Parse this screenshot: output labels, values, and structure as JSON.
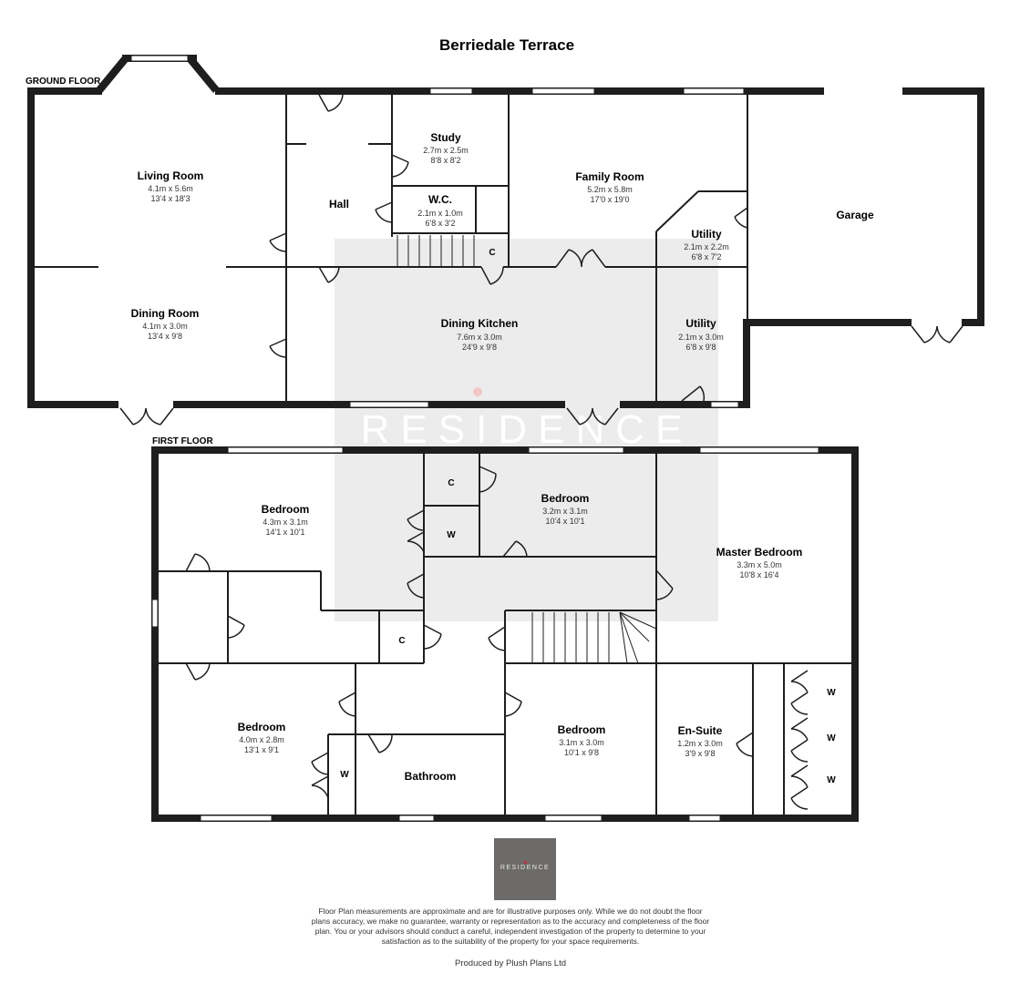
{
  "title": "Berriedale Terrace",
  "floors": {
    "ground": "GROUND FLOOR",
    "first": "FIRST FLOOR"
  },
  "ground_rooms": {
    "living": {
      "name": "Living Room",
      "metric": "4.1m x 5.6m",
      "imperial": "13'4 x 18'3"
    },
    "dining": {
      "name": "Dining Room",
      "metric": "4.1m x 3.0m",
      "imperial": "13'4 x 9'8"
    },
    "hall": {
      "name": "Hall"
    },
    "study": {
      "name": "Study",
      "metric": "2.7m x 2.5m",
      "imperial": "8'8 x 8'2"
    },
    "wc": {
      "name": "W.C.",
      "metric": "2.1m x 1.0m",
      "imperial": "6'8 x 3'2"
    },
    "family": {
      "name": "Family Room",
      "metric": "5.2m x 5.8m",
      "imperial": "17'0 x 19'0"
    },
    "garage": {
      "name": "Garage"
    },
    "utility1": {
      "name": "Utility",
      "metric": "2.1m x 2.2m",
      "imperial": "6'8 x 7'2"
    },
    "utility2": {
      "name": "Utility",
      "metric": "2.1m x 3.0m",
      "imperial": "6'8 x 9'8"
    },
    "kitchen": {
      "name": "Dining Kitchen",
      "metric": "7.6m x 3.0m",
      "imperial": "24'9 x 9'8"
    },
    "cupboard": {
      "name": "C"
    }
  },
  "first_rooms": {
    "bed_nw": {
      "name": "Bedroom",
      "metric": "4.3m x 3.1m",
      "imperial": "14'1 x 10'1"
    },
    "bed_n": {
      "name": "Bedroom",
      "metric": "3.2m x 3.1m",
      "imperial": "10'4 x 10'1"
    },
    "master": {
      "name": "Master Bedroom",
      "metric": "3.3m x 5.0m",
      "imperial": "10'8 x 16'4"
    },
    "bed_sw": {
      "name": "Bedroom",
      "metric": "4.0m x 2.8m",
      "imperial": "13'1 x 9'1"
    },
    "bathroom": {
      "name": "Bathroom"
    },
    "bed_s": {
      "name": "Bedroom",
      "metric": "3.1m x 3.0m",
      "imperial": "10'1 x 9'8"
    },
    "ensuite": {
      "name": "En-Suite",
      "metric": "1.2m x 3.0m",
      "imperial": "3'9 x 9'8"
    },
    "c_top": {
      "name": "C"
    },
    "w_top": {
      "name": "W"
    },
    "c_mid": {
      "name": "C"
    },
    "w_left": {
      "name": "W"
    },
    "w_right1": {
      "name": "W"
    },
    "w_right2": {
      "name": "W"
    },
    "w_right3": {
      "name": "W"
    }
  },
  "watermark": "RESIDENCE",
  "logo_text": "RESIDENCE",
  "disclaimer": "Floor Plan measurements are approximate and are for illustrative purposes only. While we do not doubt the floor plans accuracy, we make no guarantee, warranty or representation as to the accuracy and completeness of the floor plan. You or your advisors should conduct a careful, independent investigation of the property to determine to your satisfaction as to the suitability of the property for your space requirements.",
  "producer": "Produced by Plush Plans Ltd"
}
